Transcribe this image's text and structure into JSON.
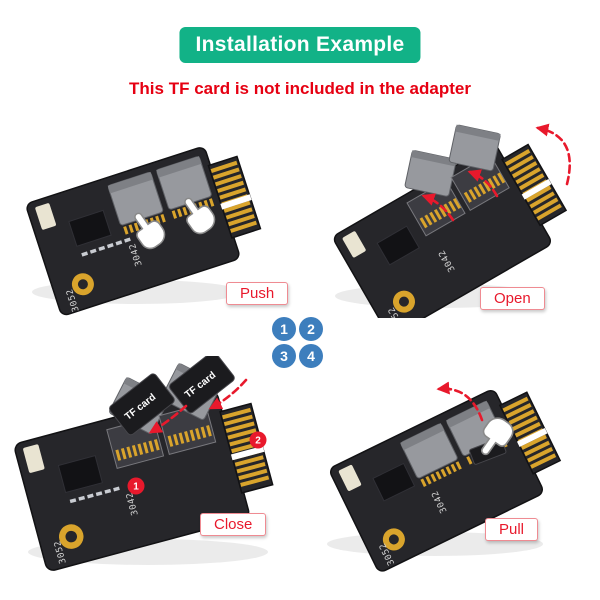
{
  "banner": {
    "title": "Installation Example",
    "bg_color": "#12b287",
    "text_color": "#ffffff"
  },
  "subtitle": {
    "text": "This TF card is not included in the adapter",
    "color": "#e60012"
  },
  "step_numbers": [
    "1",
    "2",
    "3",
    "4"
  ],
  "panels": [
    {
      "step": "1",
      "action_label": "Push"
    },
    {
      "step": "2",
      "action_label": "Open"
    },
    {
      "step": "3",
      "action_label": "Close"
    },
    {
      "step": "4",
      "action_label": "Pull"
    }
  ],
  "board_silkscreen": {
    "marking_top": "3042",
    "marking_bottom": "3052"
  },
  "tf_card": {
    "label": "TF card"
  },
  "insert_badges": [
    "1",
    "2"
  ],
  "colors": {
    "banner_bg": "#12b287",
    "subtitle_red": "#e60012",
    "label_red": "#e8192c",
    "step_circle_blue": "#3d7ebd",
    "pcb": "#26262a",
    "gold": "#d9a42c"
  }
}
